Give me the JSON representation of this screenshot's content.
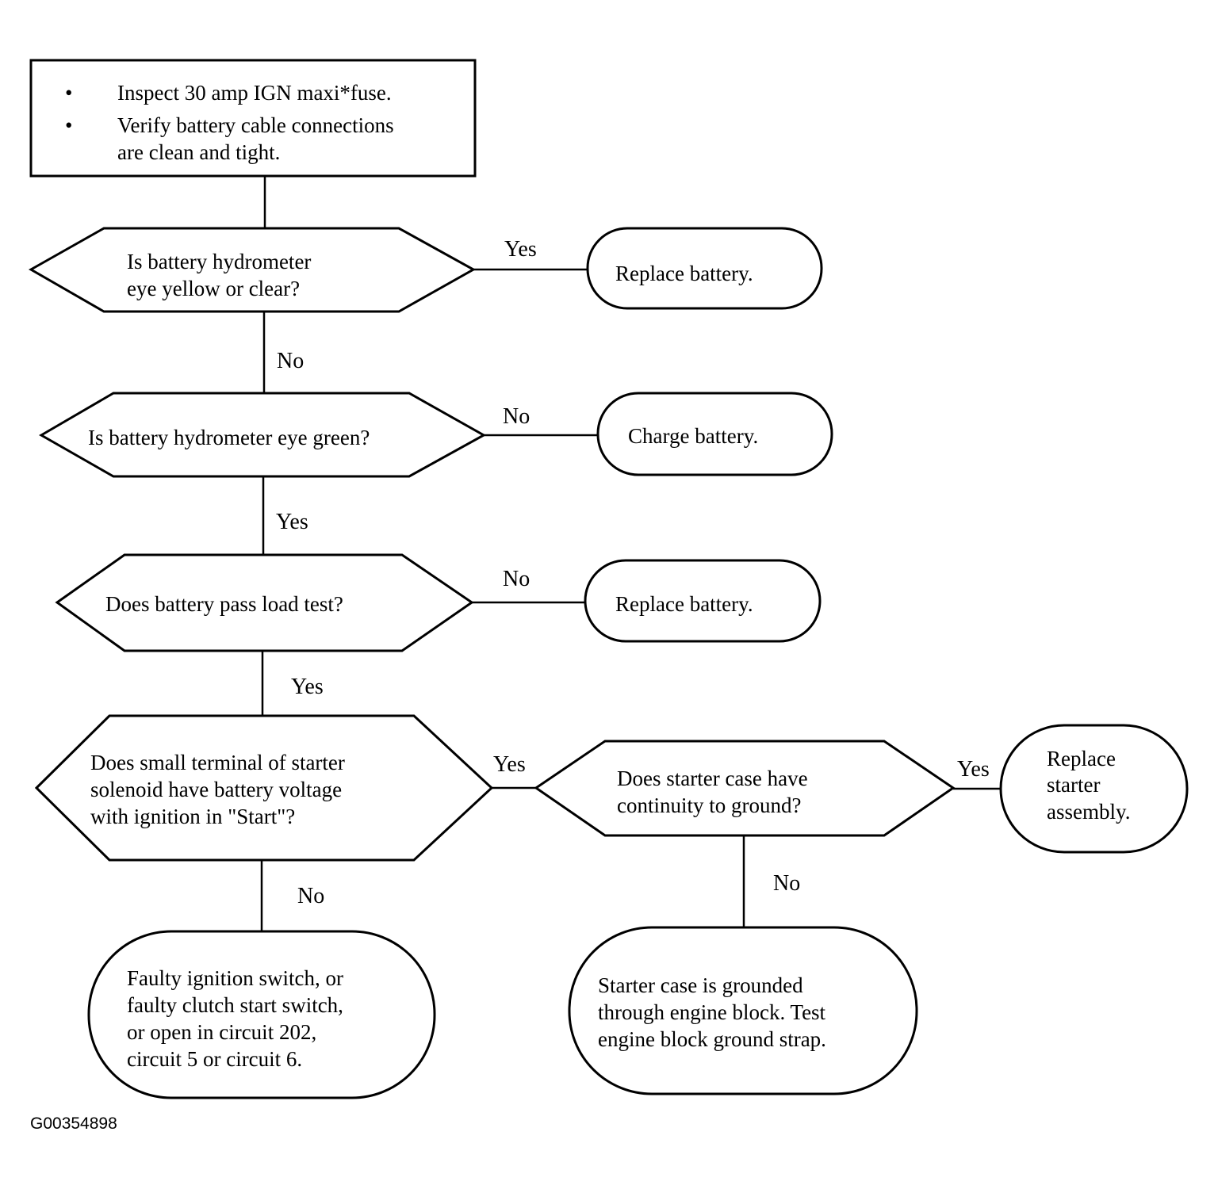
{
  "start_box": {
    "bullet": "•",
    "line1": "Inspect 30 amp IGN maxi*fuse.",
    "line2": "Verify battery cable connections",
    "line3": "are clean and tight."
  },
  "decision1": {
    "line1": "Is battery hydrometer",
    "line2": "eye yellow or clear?"
  },
  "decision2": {
    "line1": "Is battery hydrometer eye green?"
  },
  "decision3": {
    "line1": "Does battery pass load test?"
  },
  "decision4": {
    "line1": "Does small terminal of starter",
    "line2": "solenoid have battery voltage",
    "line3": "with ignition in \"Start\"?"
  },
  "decision5": {
    "line1": "Does starter case have",
    "line2": "continuity to ground?"
  },
  "result1": {
    "line1": "Replace battery."
  },
  "result2": {
    "line1": "Charge battery."
  },
  "result3": {
    "line1": "Replace battery."
  },
  "result4": {
    "line1": "Replace",
    "line2": "starter",
    "line3": "assembly."
  },
  "result5": {
    "line1": "Faulty ignition switch, or",
    "line2": "faulty clutch start switch,",
    "line3": "or open in circuit 202,",
    "line4": "circuit 5 or circuit 6."
  },
  "result6": {
    "line1": "Starter case is grounded",
    "line2": "through engine block. Test",
    "line3": "engine block ground strap."
  },
  "labels": {
    "d1_yes": "Yes",
    "d1_no": "No",
    "d2_no": "No",
    "d2_yes": "Yes",
    "d3_no": "No",
    "d3_yes": "Yes",
    "d4_yes": "Yes",
    "d4_no": "No",
    "d5_yes": "Yes",
    "d5_no": "No"
  },
  "figure_code": "G00354898"
}
